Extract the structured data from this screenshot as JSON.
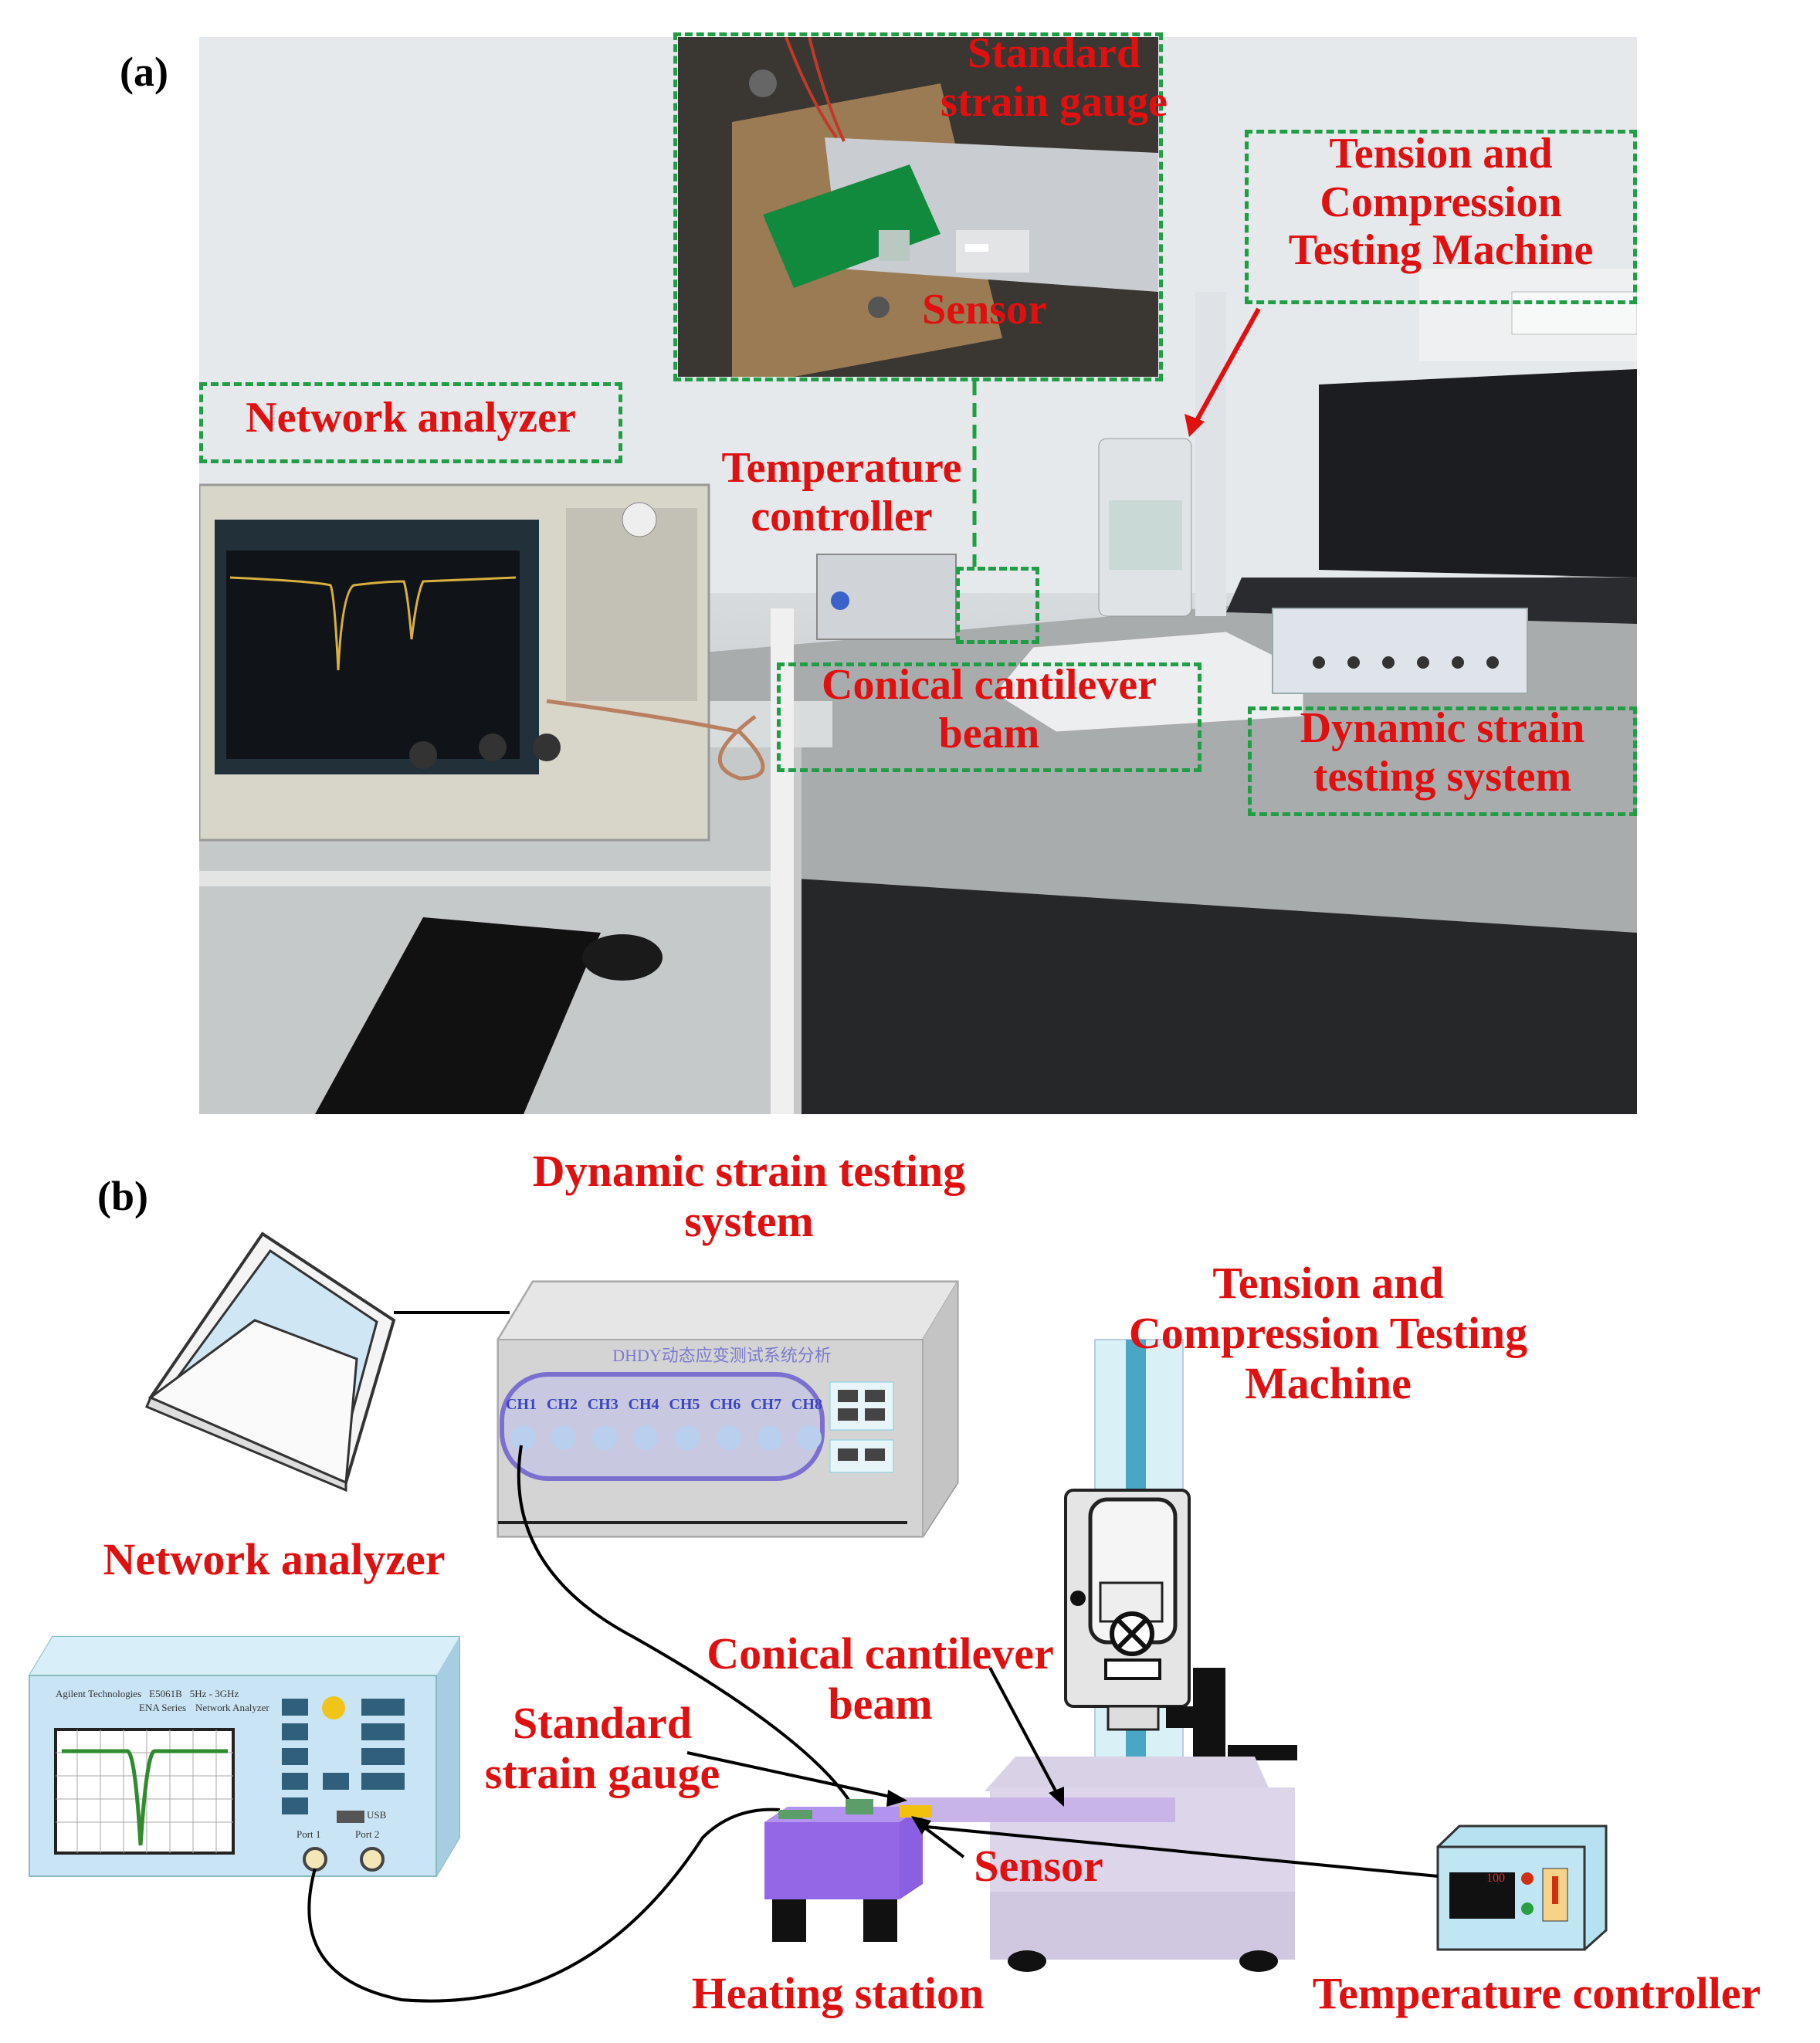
{
  "panel_a": {
    "label": "(a)",
    "callouts": {
      "standard_strain_gauge": "Standard\nstrain gauge",
      "tension_machine": "Tension and\nCompression\nTesting Machine",
      "sensor": "Sensor",
      "network_analyzer": "Network analyzer",
      "temperature_controller": "Temperature\ncontroller",
      "conical_beam": "Conical cantilever\nbeam",
      "dynamic_strain": "Dynamic strain\ntesting system"
    }
  },
  "panel_b": {
    "label": "(b)",
    "labels": {
      "dynamic_strain": "Dynamic strain testing\nsystem",
      "tension_machine": "Tension and\nCompression Testing\nMachine",
      "network_analyzer": "Network analyzer",
      "conical_beam": "Conical cantilever\nbeam",
      "standard_strain_gauge": "Standard\nstrain gauge",
      "sensor": "Sensor",
      "heating_station": "Heating station",
      "temperature_controller": "Temperature controller"
    },
    "dsts_device": {
      "title": "DHDY动态应变测试系统分析",
      "channels": [
        "CH1",
        "CH2",
        "CH3",
        "CH4",
        "CH5",
        "CH6",
        "CH7",
        "CH8"
      ]
    },
    "vna_device": {
      "brand": "Agilent Technologies",
      "model": "E5061B",
      "range": "5Hz - 3GHz",
      "series": "ENA Series",
      "type": "Network Analyzer",
      "port1": "Port 1",
      "port2": "Port 2",
      "usb": "USB"
    },
    "temp_device": {
      "display": "100"
    }
  },
  "colors": {
    "label_red": "#e01010",
    "callout_green": "#1f9e45"
  }
}
